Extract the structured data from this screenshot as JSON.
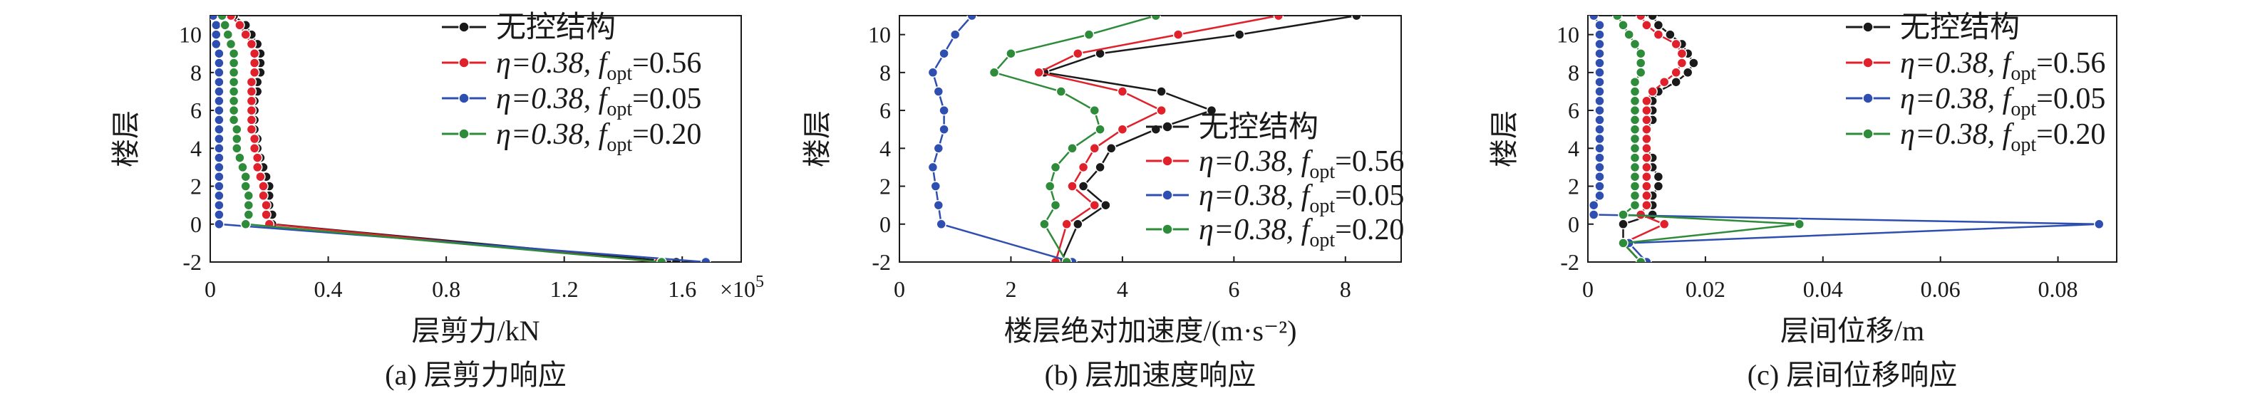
{
  "colors": {
    "uncontrolled": "#1a1a1a",
    "opt056": "#e0202a",
    "opt005": "#2f4fb0",
    "opt020": "#2e8b3a"
  },
  "legend": {
    "series": [
      {
        "label": "无控结构",
        "color_key": "uncontrolled"
      },
      {
        "prefix": "η=0.38, f",
        "sub": "opt",
        "suffix": "=0.56",
        "color_key": "opt056"
      },
      {
        "prefix": "η=0.38, f",
        "sub": "opt",
        "suffix": "=0.05",
        "color_key": "opt005"
      },
      {
        "prefix": "η=0.38, f",
        "sub": "opt",
        "suffix": "=0.20",
        "color_key": "opt020"
      }
    ]
  },
  "chart_data": [
    {
      "type": "line",
      "caption": "(a) 层剪力响应",
      "xlabel": "层剪力/kN",
      "ylabel": "楼层",
      "x_multiplier_label": "×10",
      "x_multiplier_exp": "5",
      "xlim": [
        0,
        1.8
      ],
      "ylim": [
        -2,
        11
      ],
      "xticks": [
        0,
        0.4,
        0.8,
        1.2,
        1.6
      ],
      "xtick_labels": [
        "0",
        "0.4",
        "0.8",
        "1.2",
        "1.6"
      ],
      "yticks": [
        -2,
        0,
        2,
        4,
        6,
        8,
        10
      ],
      "legend_position": "top-right",
      "y": [
        11,
        10.5,
        10,
        9.5,
        9,
        8.5,
        8,
        7.5,
        7,
        6.5,
        6,
        5.5,
        5,
        4.5,
        4,
        3.5,
        3,
        2.5,
        2,
        1.5,
        1,
        0.5,
        0,
        -2
      ],
      "series": [
        {
          "name": "无控结构",
          "x": [
            0.08,
            0.12,
            0.14,
            0.16,
            0.17,
            0.17,
            0.17,
            0.16,
            0.16,
            0.15,
            0.15,
            0.15,
            0.15,
            0.16,
            0.16,
            0.17,
            0.18,
            0.19,
            0.2,
            0.2,
            0.2,
            0.21,
            0.21,
            1.58
          ]
        },
        {
          "name": "η=0.38, fopt=0.56",
          "x": [
            0.07,
            0.1,
            0.12,
            0.14,
            0.15,
            0.15,
            0.15,
            0.14,
            0.14,
            0.14,
            0.14,
            0.14,
            0.14,
            0.15,
            0.15,
            0.16,
            0.16,
            0.17,
            0.18,
            0.18,
            0.19,
            0.19,
            0.2,
            1.52
          ]
        },
        {
          "name": "η=0.38, fopt=0.05",
          "x": [
            0.01,
            0.02,
            0.02,
            0.02,
            0.03,
            0.03,
            0.03,
            0.03,
            0.03,
            0.03,
            0.03,
            0.03,
            0.03,
            0.03,
            0.03,
            0.03,
            0.03,
            0.03,
            0.03,
            0.03,
            0.03,
            0.03,
            0.03,
            1.68
          ]
        },
        {
          "name": "η=0.38, fopt=0.20",
          "x": [
            0.04,
            0.05,
            0.06,
            0.07,
            0.08,
            0.08,
            0.08,
            0.08,
            0.08,
            0.08,
            0.08,
            0.08,
            0.09,
            0.09,
            0.09,
            0.1,
            0.11,
            0.12,
            0.12,
            0.13,
            0.13,
            0.13,
            0.12,
            1.53
          ]
        }
      ]
    },
    {
      "type": "line",
      "caption": "(b) 层加速度响应",
      "xlabel": "楼层绝对加速度/(m·s⁻²)",
      "ylabel": "楼层",
      "xlim": [
        0,
        9
      ],
      "ylim": [
        -2,
        11
      ],
      "xticks": [
        0,
        2,
        4,
        6,
        8
      ],
      "xtick_labels": [
        "0",
        "2",
        "4",
        "6",
        "8"
      ],
      "yticks": [
        -2,
        0,
        2,
        4,
        6,
        8,
        10
      ],
      "legend_position": "center-right",
      "y": [
        11,
        10,
        9,
        8,
        7,
        6,
        5,
        4,
        3,
        2,
        1,
        0,
        -2
      ],
      "series": [
        {
          "name": "无控结构",
          "x": [
            8.2,
            6.1,
            3.6,
            2.6,
            4.7,
            5.6,
            4.6,
            3.8,
            3.6,
            3.3,
            3.7,
            3.2,
            2.9
          ]
        },
        {
          "name": "η=0.38, fopt=0.56",
          "x": [
            6.8,
            5.0,
            3.2,
            2.5,
            4.0,
            4.7,
            4.0,
            3.5,
            3.3,
            3.1,
            3.5,
            3.0,
            2.8
          ]
        },
        {
          "name": "η=0.38, fopt=0.05",
          "x": [
            1.3,
            1.0,
            0.8,
            0.6,
            0.7,
            0.8,
            0.8,
            0.7,
            0.6,
            0.65,
            0.7,
            0.75,
            3.1
          ]
        },
        {
          "name": "η=0.38, fopt=0.20",
          "x": [
            4.6,
            3.4,
            2.0,
            1.7,
            2.9,
            3.5,
            3.6,
            3.1,
            2.8,
            2.7,
            2.8,
            2.6,
            3.0
          ]
        }
      ]
    },
    {
      "type": "line",
      "caption": "(c) 层间位移响应",
      "xlabel": "层间位移/m",
      "ylabel": "楼层",
      "xlim": [
        0,
        0.09
      ],
      "ylim": [
        -2,
        11
      ],
      "xticks": [
        0,
        0.02,
        0.04,
        0.06,
        0.08
      ],
      "xtick_labels": [
        "0",
        "0.02",
        "0.04",
        "0.06",
        "0.08"
      ],
      "yticks": [
        -2,
        0,
        2,
        4,
        6,
        8,
        10
      ],
      "legend_position": "top-right",
      "y": [
        11,
        10.5,
        10,
        9.5,
        9,
        8.5,
        8,
        7.5,
        7,
        6.5,
        6,
        5.5,
        5,
        4.5,
        4,
        3.5,
        3,
        2.5,
        2,
        1.5,
        1,
        0.5,
        0,
        -1,
        -2
      ],
      "series": [
        {
          "name": "无控结构",
          "x": [
            0.011,
            0.012,
            0.014,
            0.016,
            0.017,
            0.018,
            0.017,
            0.015,
            0.012,
            0.011,
            0.011,
            0.011,
            0.01,
            0.01,
            0.01,
            0.011,
            0.011,
            0.012,
            0.012,
            0.011,
            0.011,
            0.011,
            0.006,
            0.006,
            0.009
          ]
        },
        {
          "name": "η=0.38, fopt=0.56",
          "x": [
            0.009,
            0.01,
            0.012,
            0.015,
            0.016,
            0.016,
            0.015,
            0.013,
            0.011,
            0.01,
            0.01,
            0.01,
            0.01,
            0.01,
            0.01,
            0.01,
            0.01,
            0.01,
            0.01,
            0.01,
            0.01,
            0.009,
            0.013,
            0.006,
            0.009
          ]
        },
        {
          "name": "η=0.38, fopt=0.05",
          "x": [
            0.001,
            0.002,
            0.002,
            0.002,
            0.002,
            0.002,
            0.002,
            0.002,
            0.002,
            0.002,
            0.002,
            0.002,
            0.002,
            0.002,
            0.002,
            0.002,
            0.002,
            0.002,
            0.002,
            0.002,
            0.001,
            0.001,
            0.087,
            0.007,
            0.01
          ]
        },
        {
          "name": "η=0.38, fopt=0.20",
          "x": [
            0.005,
            0.006,
            0.007,
            0.008,
            0.009,
            0.009,
            0.009,
            0.008,
            0.008,
            0.008,
            0.008,
            0.008,
            0.008,
            0.008,
            0.008,
            0.008,
            0.008,
            0.008,
            0.008,
            0.008,
            0.008,
            0.006,
            0.036,
            0.006,
            0.009
          ]
        }
      ]
    }
  ]
}
